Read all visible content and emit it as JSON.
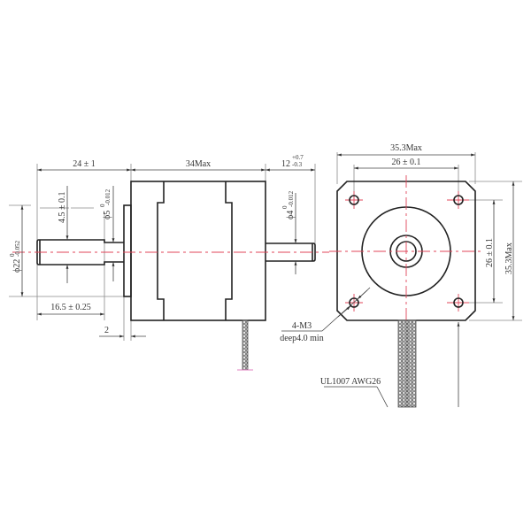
{
  "drawing": {
    "title": "Stepper motor outline dimensions",
    "colors": {
      "outline": "#222222",
      "dimension": "#444444",
      "centerline": "#e0455a",
      "background": "#ffffff"
    },
    "side_view": {
      "dim_shaft_length": "24 ± 1",
      "dim_body_length": "34Max",
      "dim_rear_shaft_length": "12",
      "dim_rear_shaft_tol_upper": "+0.7",
      "dim_rear_shaft_tol_lower": "-0.3",
      "dim_flat_depth": "4.5 ± 0.1",
      "dim_boss_diameter": "ϕ5",
      "dim_boss_tol_upper": "0",
      "dim_boss_tol_lower": "-0.012",
      "dim_rear_shaft_diameter": "ϕ4",
      "dim_rear_shaft_dia_tol_upper": "0",
      "dim_rear_shaft_dia_tol_lower": "-0.012",
      "dim_pilot_diameter": "ϕ22",
      "dim_pilot_tol_upper": "0",
      "dim_pilot_tol_lower": "-0.052",
      "dim_flat_length": "16.5 ± 0.25",
      "dim_pilot_height": "2"
    },
    "front_view": {
      "dim_width_max": "35.3Max",
      "dim_hole_spacing_h": "26 ± 0.1",
      "dim_hole_spacing_v": "26 ± 0.1",
      "dim_height_max": "35.3Max",
      "hole_callout_line1": "4-M3",
      "hole_callout_line2": "deep4.0 min",
      "wire_callout": "UL1007 AWG26"
    }
  }
}
